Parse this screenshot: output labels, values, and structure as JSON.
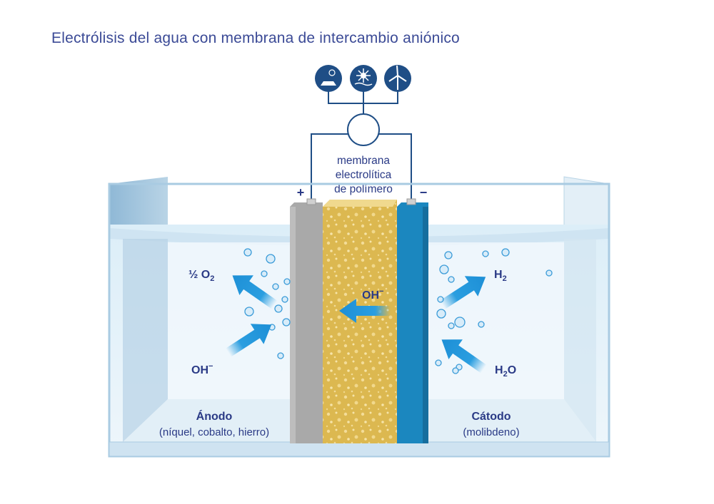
{
  "title": "Electrólisis del agua con membrana de intercambio aniónico",
  "energy_sources": [
    {
      "icon": "solar-panel-icon"
    },
    {
      "icon": "hydro-turbine-icon"
    },
    {
      "icon": "wind-turbine-icon"
    }
  ],
  "membrane_label": [
    "membrana",
    "electrolítica",
    "de polímero"
  ],
  "terminals": {
    "positive": "+",
    "negative": "−"
  },
  "anode_side": {
    "product": {
      "main": "½ O",
      "sub": "2"
    },
    "reactant": {
      "main": "OH",
      "sup": "−"
    },
    "name": "Ánodo",
    "materials": "(níquel, cobalto, hierro)"
  },
  "membrane_ion": {
    "main": "OH",
    "sup": "−"
  },
  "cathode_side": {
    "product": {
      "main": "H",
      "sub": "2"
    },
    "reactant": {
      "main": "H",
      "sub": "2",
      "tail": "O"
    },
    "name": "Cátodo",
    "materials": "(molibdeno)"
  },
  "colors": {
    "title": "#3b4a96",
    "icon": "#1f4e86",
    "anode": "#a7a7a7",
    "membrane": "#e2c25a",
    "cathode": "#1b87bf",
    "arrow": "#2a9ee0"
  }
}
